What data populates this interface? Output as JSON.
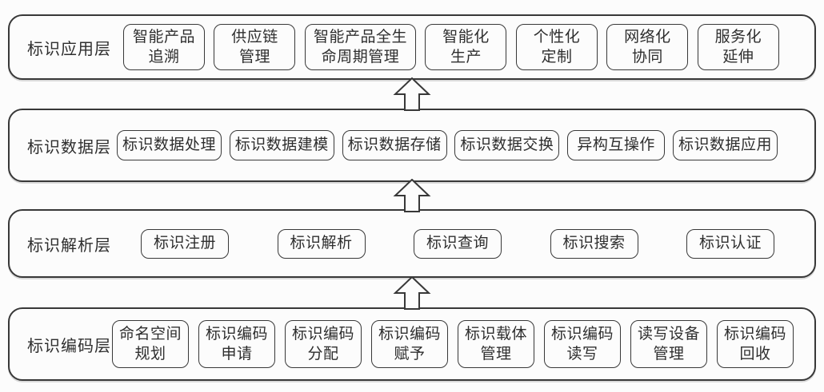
{
  "layers": [
    {
      "label": "标识应用层",
      "boxes": [
        "智能产品\n追溯",
        "供应链\n管理",
        "智能产品全生\n命周期管理",
        "智能化\n生产",
        "个性化\n定制",
        "网络化\n协同",
        "服务化\n延伸"
      ]
    },
    {
      "label": "标识数据层",
      "boxes": [
        "标识数据处理",
        "标识数据建模",
        "标识数据存储",
        "标识数据交换",
        "异构互操作",
        "标识数据应用"
      ]
    },
    {
      "label": "标识解析层",
      "boxes": [
        "标识注册",
        "标识解析",
        "标识查询",
        "标识搜索",
        "标识认证"
      ]
    },
    {
      "label": "标识编码层",
      "boxes": [
        "命名空间\n规划",
        "标识编码\n申请",
        "标识编码\n分配",
        "标识编码\n赋予",
        "标识载体\n管理",
        "标识编码\n读写",
        "读写设备\n管理",
        "标识编码\n回收"
      ]
    }
  ],
  "arrow_icon": "up-block-arrow",
  "colors": {
    "border": "#383838",
    "background": "#fcfcfc",
    "text": "#2e2e2e"
  }
}
